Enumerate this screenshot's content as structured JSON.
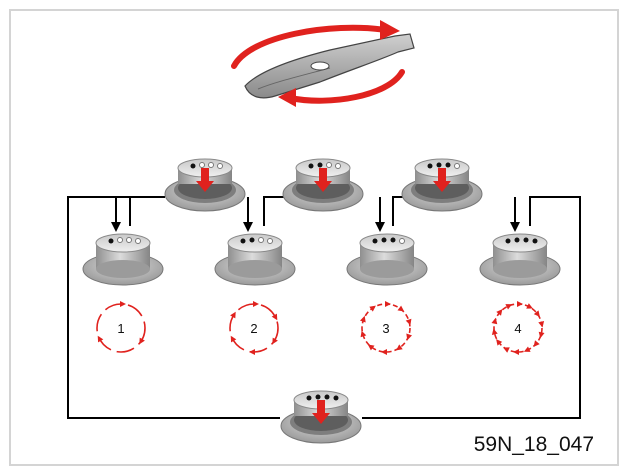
{
  "figure": {
    "code": "59N_18_047",
    "steps": [
      {
        "label": "1",
        "lit_dots": 1,
        "arrow_marks": 3
      },
      {
        "label": "2",
        "lit_dots": 2,
        "arrow_marks": 6
      },
      {
        "label": "3",
        "lit_dots": 3,
        "arrow_marks": 10
      },
      {
        "label": "4",
        "lit_dots": 4,
        "arrow_marks": 14
      }
    ],
    "colors": {
      "arrow_red": "#e0221e",
      "line": "#000000",
      "knob_gray": "#a9a9a9",
      "frame_border": "#d4d4d4"
    },
    "icons": [
      "blade-icon",
      "rotation-arrow-icon",
      "speed-knob-icon",
      "press-arrow-icon"
    ]
  }
}
